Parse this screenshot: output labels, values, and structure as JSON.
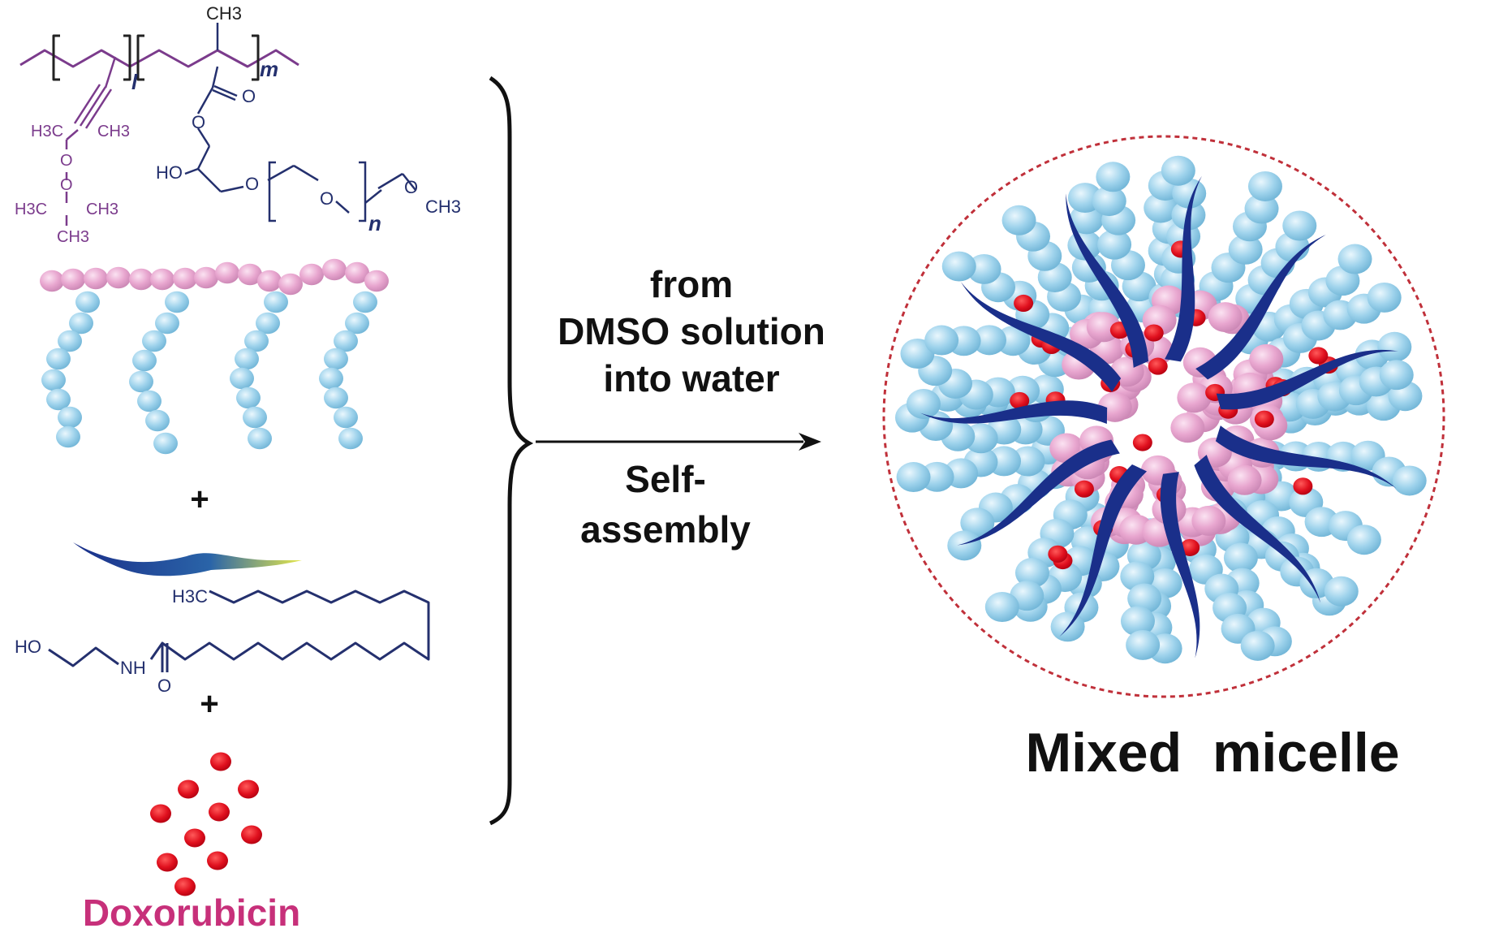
{
  "polymer": {
    "subscript_l": "l",
    "subscript_m": "m",
    "subscript_n": "n",
    "ch3_top": "CH3",
    "carbonyl_o": "O",
    "ester_o": "O",
    "ho": "HO",
    "ether_o1": "O",
    "ether_o2": "O",
    "och3": "O",
    "ch3_end": "CH3",
    "tbu1_left": "H3C",
    "tbu1_right": "CH3",
    "peroxide_o1": "O",
    "peroxide_o2": "O",
    "tbu2_left": "H3C",
    "tbu2_right": "CH3",
    "tbu2_bottom": "CH3"
  },
  "oea": {
    "h3c": "H3C",
    "ho": "HO",
    "nh": "NH",
    "o": "O"
  },
  "plus_signs": [
    "+",
    "+"
  ],
  "drug_label": "Doxorubicin",
  "process": {
    "line1": "from",
    "line2": "DMSO solution",
    "line3": "into water",
    "line4": "Self-",
    "line5": "assembly"
  },
  "product_label": "Mixed  micelle",
  "colors": {
    "pink_bead": "#e8a6cf",
    "blue_bead": "#9fd3ec",
    "red_dot": "#e0101e",
    "navy_tail": "#1a2f8a",
    "purple_chain": "#7b3b8c",
    "navy_chem": "#24306e",
    "dox_label": "#c7307a",
    "dashed_circle": "#c0303a"
  }
}
